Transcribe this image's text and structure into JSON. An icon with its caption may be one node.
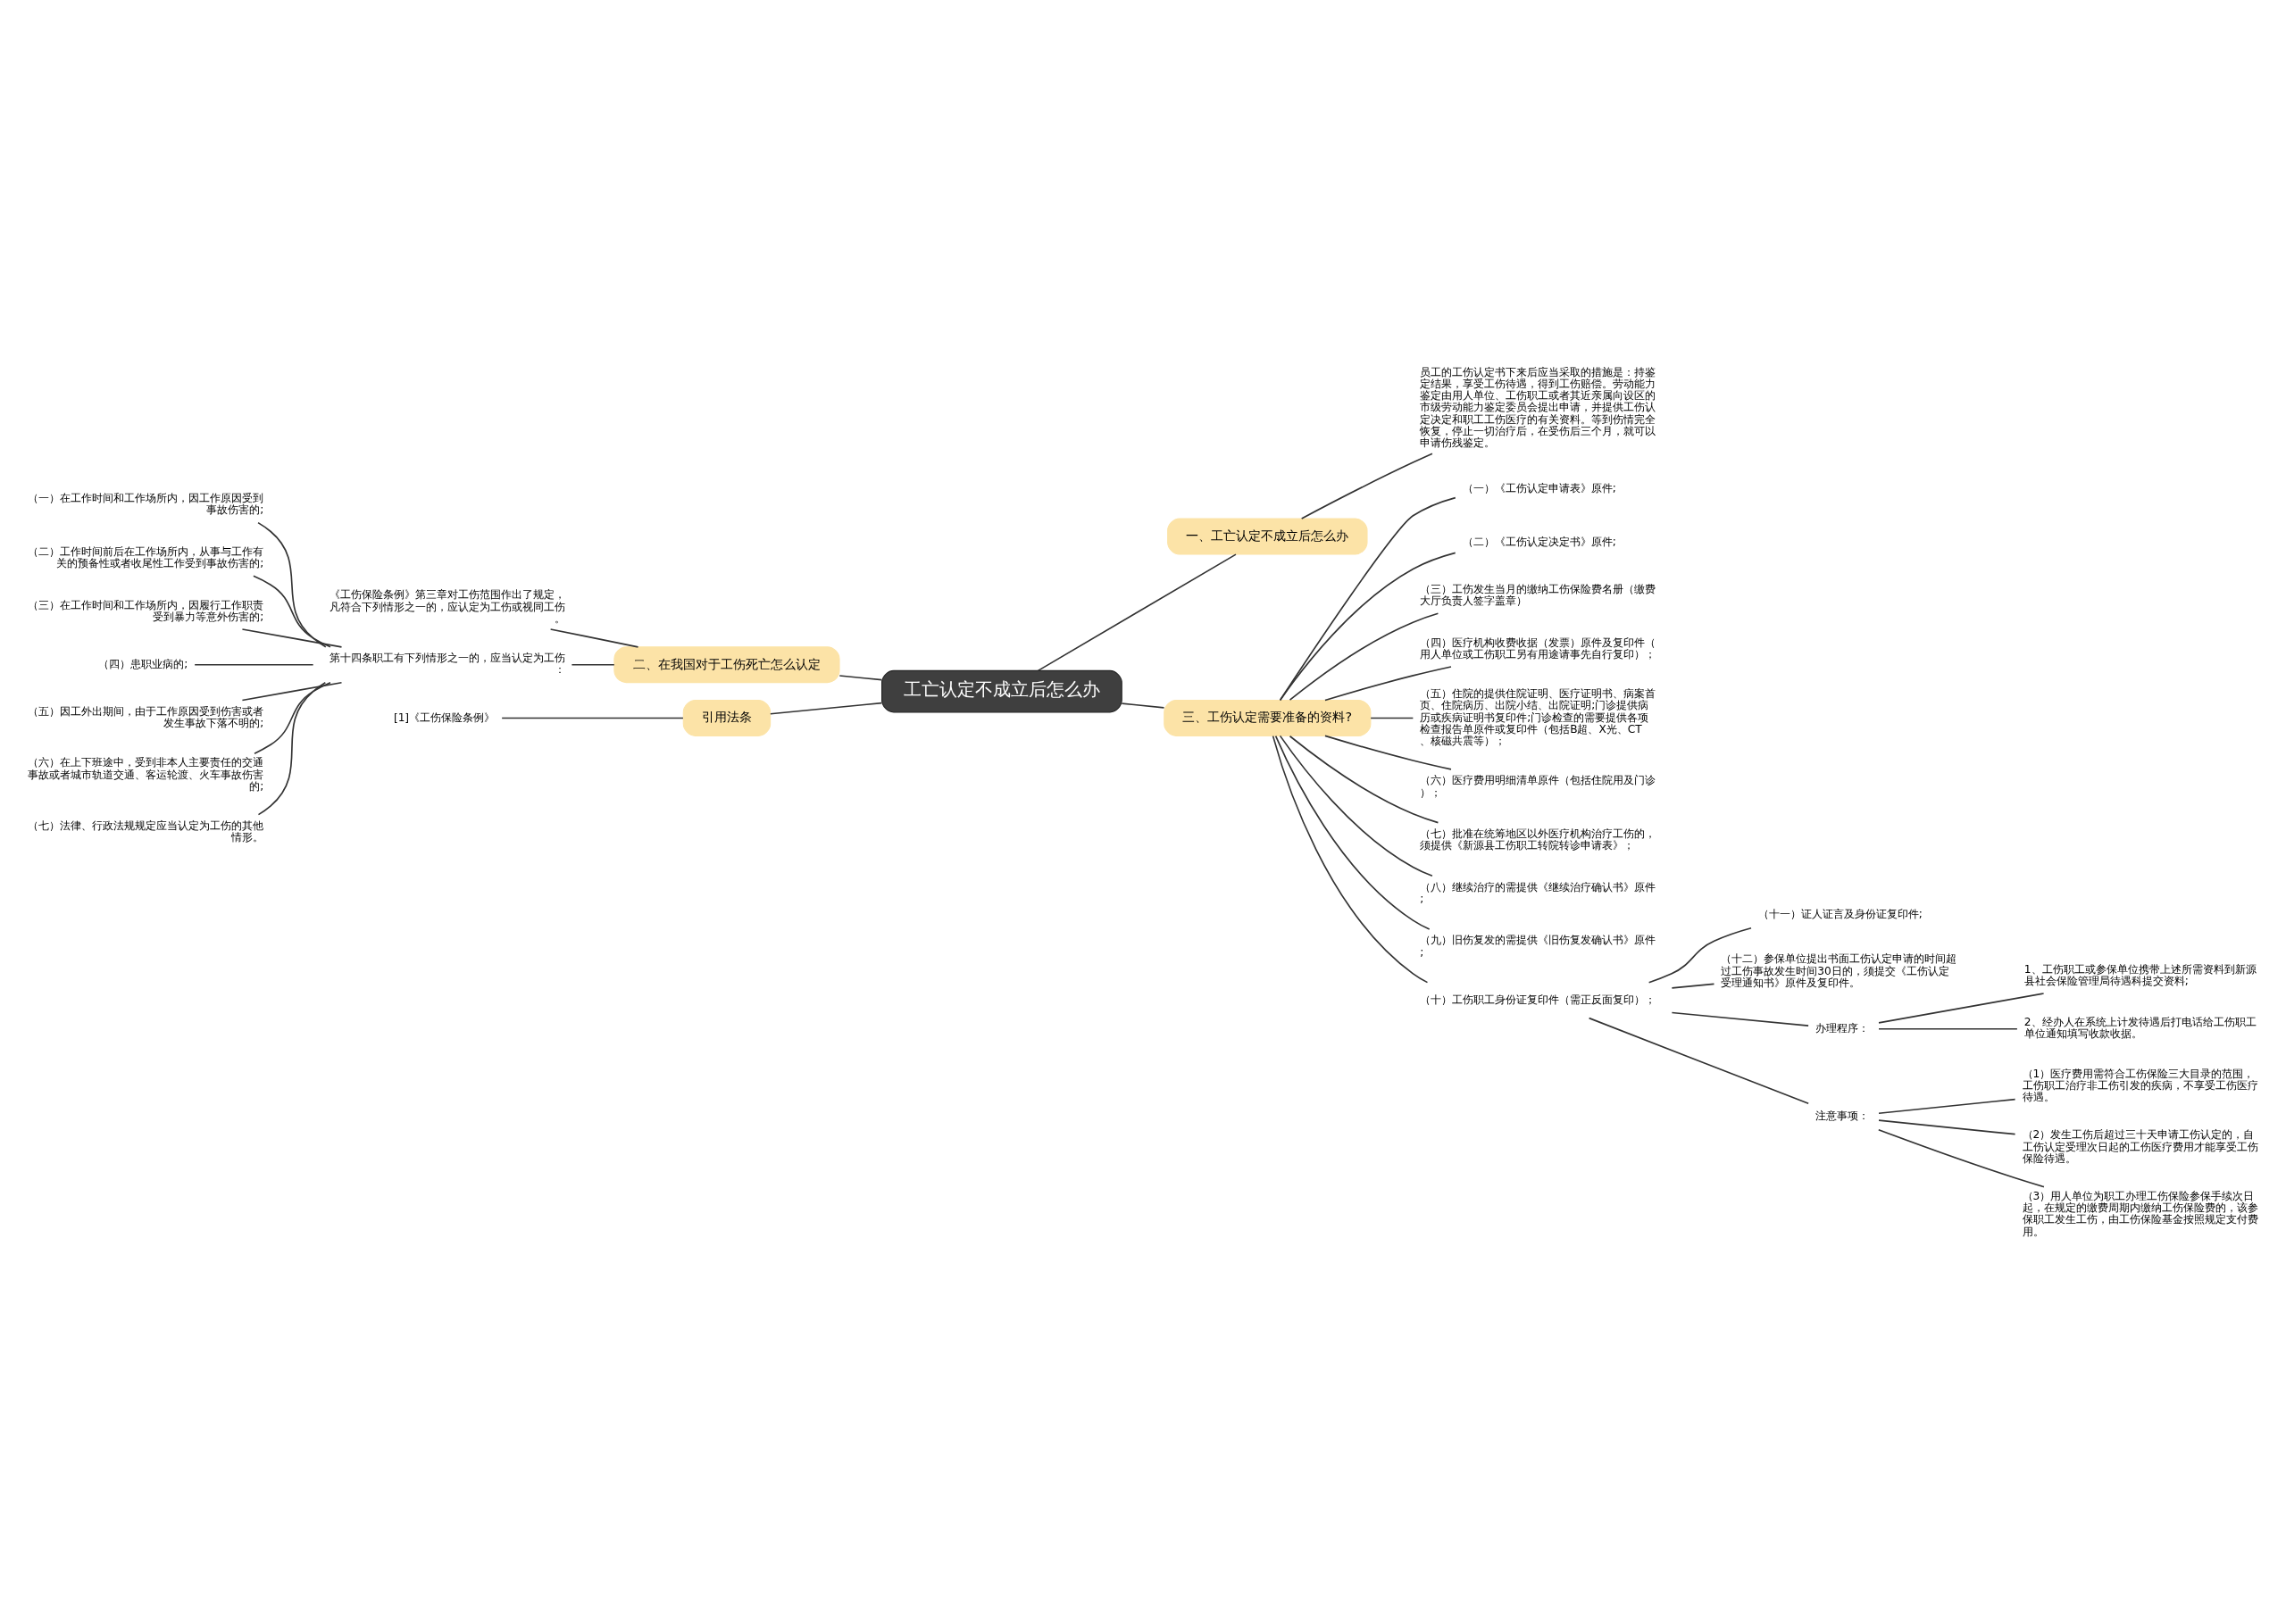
{
  "diagram": {
    "nodes": [
      {
        "text": [
          "工亡认定不成立后怎么办"
        ]
      },
      {
        "text": [
          "一、工亡认定不成立后怎么办"
        ]
      },
      {
        "text": [
          "员工的工伤认定书下来后应当采取的措施是：持鉴定结果，享受工伤待遇，得到工伤赔偿。劳动能力鉴定由用人单位、工伤职工或者其近亲属向设区的市级劳动能力鉴定委员会提出申请，并提供工伤认定决定和职工工伤医疗的有关资料。等到伤情完全恢复，停止一切治疗后，在受伤后三个月，就可以申请伤残鉴定。"
        ]
      },
      {
        "text": [
          "二、在我国对于工伤死亡怎么认定"
        ]
      },
      {
        "text": [
          "《工伤保险条例》第三章对工伤范围作出了规定，凡符合下列情形之一的，应认定为工伤或视同工伤。"
        ]
      },
      {
        "text": [
          "第十四条职工有下列情形之一的，应当认定为工伤："
        ]
      },
      {
        "text": [
          "（一）在工作时间和工作场所内，因工作原因受到事故伤害的;"
        ]
      },
      {
        "text": [
          "（二）工作时间前后在工作场所内，从事与工作有关的预备性或者收尾性工作受到事故伤害的;"
        ]
      },
      {
        "text": [
          "（三）在工作时间和工作场所内，因履行工作职责受到暴力等意外伤害的;"
        ]
      },
      {
        "text": [
          "（四）患职业病的;"
        ]
      },
      {
        "text": [
          "（五）因工外出期间，由于工作原因受到伤害或者发生事故下落不明的;"
        ]
      },
      {
        "text": [
          "（六）在上下班途中，受到非本人主要责任的交通事故或者城市轨道交通、客运轮渡、火车事故伤害的;"
        ]
      },
      {
        "text": [
          "（七）法律、行政法规规定应当认定为工伤的其他情形。"
        ]
      },
      {
        "text": [
          "引用法条"
        ]
      },
      {
        "text": [
          "[1]《工伤保险条例》"
        ]
      },
      {
        "text": [
          "三、工伤认定需要准备的资料?"
        ]
      },
      {
        "text": [
          "（一）《工伤认定申请表》原件;"
        ]
      },
      {
        "text": [
          "（二）《工伤认定决定书》原件;"
        ]
      },
      {
        "text": [
          "（三）工伤发生当月的缴纳工伤保险费名册（缴费大厅负责人签字盖章）"
        ]
      },
      {
        "text": [
          "（四）医疗机构收费收据（发票）原件及复印件（用人单位或工伤职工另有用途请事先自行复印）；"
        ]
      },
      {
        "text": [
          "（五）住院的提供住院证明、医疗证明书、病案首页、住院病历、出院小结、出院证明;门诊提供病历或疾病证明书复印件;门诊检查的需要提供各项检查报告单原件或复印件（包括B超、X光、CT、核磁共震等）；"
        ]
      },
      {
        "text": [
          "（六）医疗费用明细清单原件（包括住院用及门诊）；"
        ]
      },
      {
        "text": [
          "（七）批准在统筹地区以外医疗机构治疗工伤的，须提供《新源县工伤职工转院转诊申请表》；"
        ]
      },
      {
        "text": [
          "（八）继续治疗的需提供《继续治疗确认书》原件;"
        ]
      },
      {
        "text": [
          "（九）旧伤复发的需提供《旧伤复发确认书》原件;"
        ]
      },
      {
        "text": [
          "（十）工伤职工身份证复印件（需正反面复印）；"
        ]
      },
      {
        "text": [
          "（十一）证人证言及身份证复印件;"
        ]
      },
      {
        "text": [
          "（十二）参保单位提出书面工伤认定申请的时间超过工伤事故发生时间30日的，须提交《工伤认定受理通知书》原件及复印件。"
        ]
      },
      {
        "text": [
          "办理程序："
        ]
      },
      {
        "text": [
          "1、工伤职工或参保单位携带上述所需资料到新源县社会保险管理局待遇科提交资料;"
        ]
      },
      {
        "text": [
          "2、经办人在系统上计发待遇后打电话给工伤职工单位通知填写收款收据。"
        ]
      },
      {
        "text": [
          "注意事项："
        ]
      },
      {
        "text": [
          "（1）医疗费用需符合工伤保险三大目录的范围，工伤职工治疗非工伤引发的疾病，不享受工伤医疗待遇。"
        ]
      },
      {
        "text": [
          "（2）发生工伤后超过三十天申请工伤认定的，自工伤认定受理次日起的工伤医疗费用才能享受工伤保险待遇。"
        ]
      },
      {
        "text": [
          "（3）用人单位为职工办理工伤保险参保手续次日起，在规定的缴费周期内缴纳工伤保险费的，该参保职工发生工伤，由工伤保险基金按照规定支付费用。"
        ]
      }
    ],
    "edges": [
      {
        "from": 0,
        "to": 1,
        "arrow": "none"
      },
      {
        "from": 1,
        "to": 2,
        "arrow": "none"
      },
      {
        "from": 0,
        "to": 3,
        "arrow": "none"
      },
      {
        "from": 3,
        "to": 4,
        "arrow": "none"
      },
      {
        "from": 3,
        "to": 5,
        "arrow": "none"
      },
      {
        "from": 5,
        "to": 6,
        "arrow": "none"
      },
      {
        "from": 5,
        "to": 7,
        "arrow": "none"
      },
      {
        "from": 5,
        "to": 8,
        "arrow": "none"
      },
      {
        "from": 5,
        "to": 9,
        "arrow": "none"
      },
      {
        "from": 5,
        "to": 10,
        "arrow": "none"
      },
      {
        "from": 5,
        "to": 11,
        "arrow": "none"
      },
      {
        "from": 5,
        "to": 12,
        "arrow": "none"
      },
      {
        "from": 0,
        "to": 13,
        "arrow": "none"
      },
      {
        "from": 13,
        "to": 14,
        "arrow": "none"
      },
      {
        "from": 0,
        "to": 15,
        "arrow": "none"
      },
      {
        "from": 15,
        "to": 16,
        "arrow": "none"
      },
      {
        "from": 15,
        "to": 17,
        "arrow": "none"
      },
      {
        "from": 15,
        "to": 18,
        "arrow": "none"
      },
      {
        "from": 15,
        "to": 19,
        "arrow": "none"
      },
      {
        "from": 15,
        "to": 20,
        "arrow": "none"
      },
      {
        "from": 15,
        "to": 21,
        "arrow": "none"
      },
      {
        "from": 15,
        "to": 22,
        "arrow": "none"
      },
      {
        "from": 15,
        "to": 23,
        "arrow": "none"
      },
      {
        "from": 15,
        "to": 24,
        "arrow": "none"
      },
      {
        "from": 15,
        "to": 25,
        "arrow": "none"
      },
      {
        "from": 25,
        "to": 26,
        "arrow": "none"
      },
      {
        "from": 25,
        "to": 27,
        "arrow": "none"
      },
      {
        "from": 25,
        "to": 28,
        "arrow": "none"
      },
      {
        "from": 28,
        "to": 29,
        "arrow": "none"
      },
      {
        "from": 28,
        "to": 30,
        "arrow": "none"
      },
      {
        "from": 25,
        "to": 31,
        "arrow": "none"
      },
      {
        "from": 31,
        "to": 32,
        "arrow": "none"
      },
      {
        "from": 31,
        "to": 33,
        "arrow": "none"
      },
      {
        "from": 31,
        "to": 34,
        "arrow": "none"
      }
    ]
  }
}
